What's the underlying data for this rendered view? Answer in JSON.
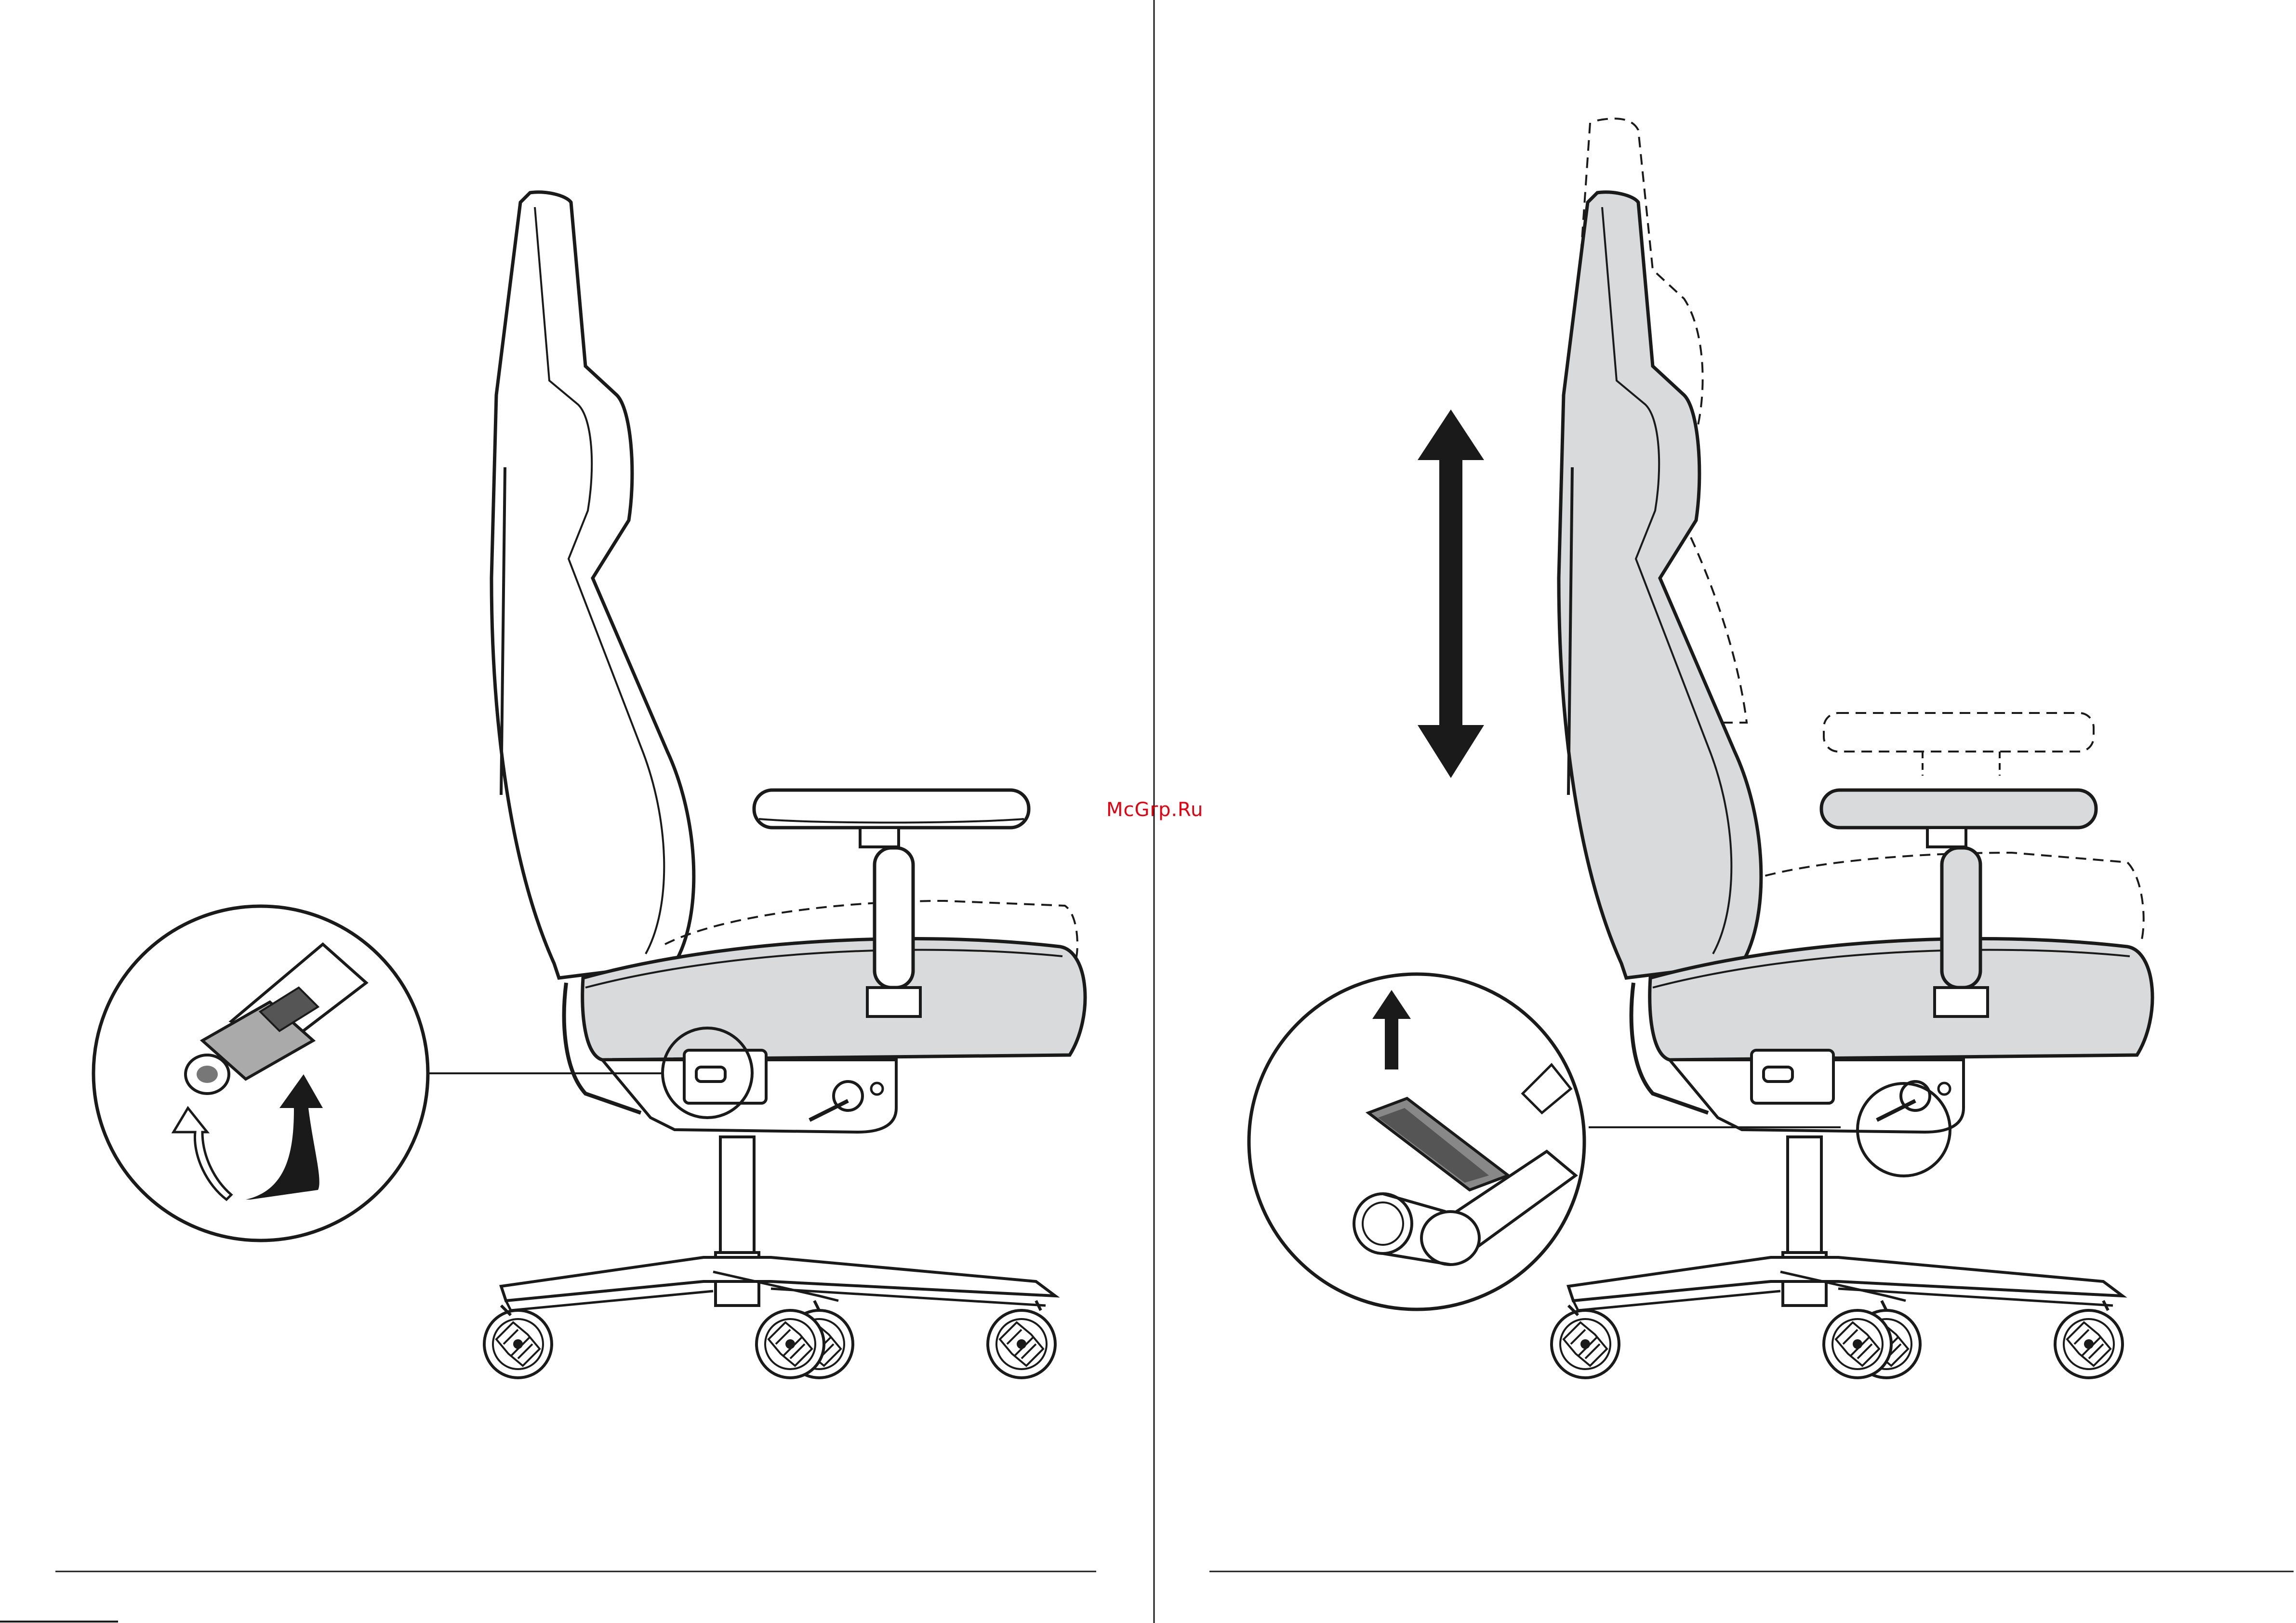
{
  "page": {
    "type": "instruction manual spread",
    "watermark_text": "McGrp.Ru",
    "watermark_color": "#e3000f"
  },
  "left_page": {
    "illustration": "chair-side-view",
    "callout": "recline-lever-detail",
    "callout_arrows": [
      "curved-up-arrow-outline",
      "curved-up-arrow-solid"
    ]
  },
  "right_page": {
    "illustration": "chair-side-view-height-adjust",
    "callout": "height-lever-detail",
    "callout_arrows": [
      "up-arrow"
    ],
    "main_arrow": "double-vertical-arrow"
  },
  "colors": {
    "line": "#1a1a1a",
    "seat_fill": "#d8dadb",
    "page_bg": "#ffffff"
  }
}
